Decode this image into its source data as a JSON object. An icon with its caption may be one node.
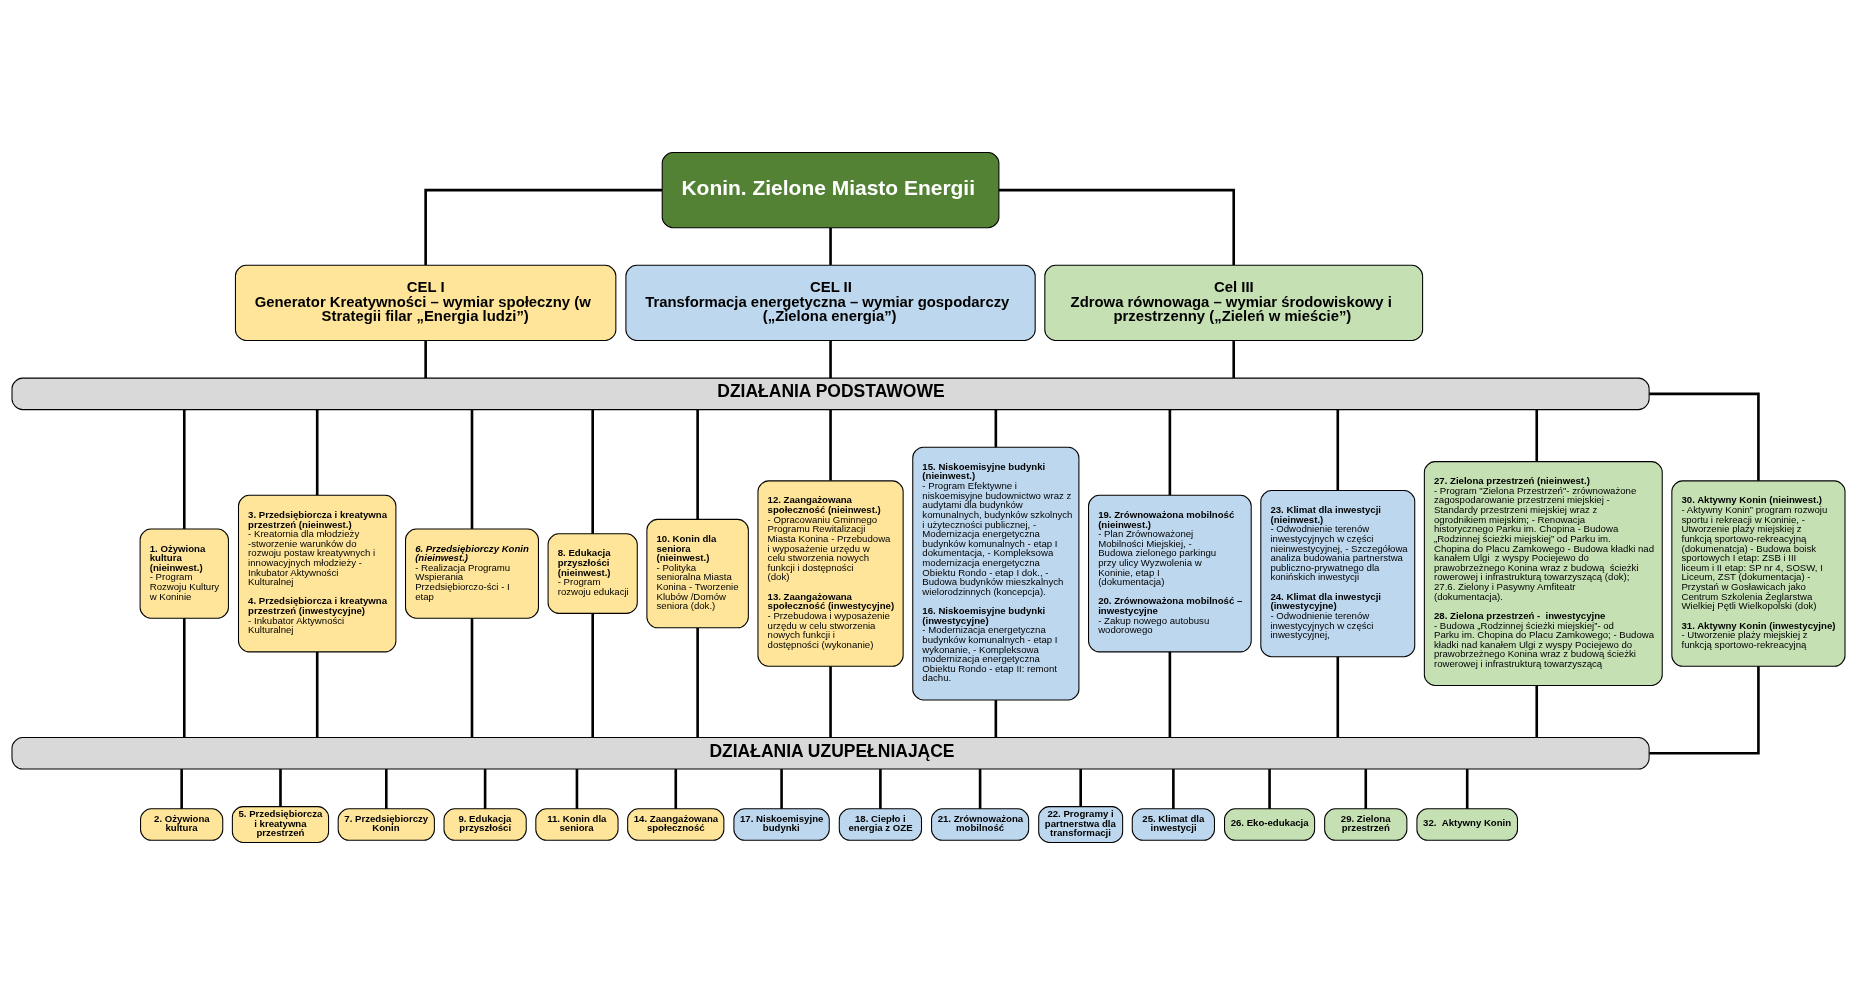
{
  "diagram": {
    "nodes": [
      {
        "text": [
          "Konin. Zielone Miasto Energii"
        ]
      },
      {
        "text": [
          "CEL I",
          "Generator Kreatywności – wymiar społeczny (w Strategii filar „Energia ludzi”)"
        ]
      },
      {
        "text": [
          "CEL II",
          "Transformacja energetyczna – wymiar gospodarczy („Zielona energia”)"
        ]
      },
      {
        "text": [
          "Cel III",
          "Zdrowa równowaga – wymiar środowiskowy i przestrzenny („Zieleń w mieście”)"
        ]
      },
      {
        "text": [
          "DZIAŁANIA PODSTAWOWE"
        ]
      },
      {
        "text": [
          "1. Ożywiona kultura (nieinwest.)",
          "- Program Rozwoju Kultury w Koninie"
        ]
      },
      {
        "text": [
          "3. Przedsiębiorcza i kreatywna przestrzeń (nieinwest.)",
          "- Kreatornia dla młodzieży -stworzenie warunków do rozwoju postaw kreatywnych i innowacyjnych młodzieży - Inkubator Aktywności Kulturalnej",
          "4. Przedsiębiorcza i kreatywna przestrzeń (inwestycyjne)",
          "- Inkubator Aktywności Kulturalnej"
        ]
      },
      {
        "text": [
          "6. Przedsiębiorczy Konin (nieinwest.)",
          "- Realizacja Programu Wspierania Przedsiębiorczo-ści - I etap"
        ]
      },
      {
        "text": [
          "8. Edukacja przyszłości (nieinwest.)",
          "- Program rozwoju edukacji"
        ]
      },
      {
        "text": [
          "10. Konin dla seniora (nieinwest.)",
          "- Polityka senioralna Miasta Konina - Tworzenie Klubów /Domów seniora (dok.)"
        ]
      },
      {
        "text": [
          "12. Zaangażowana społeczność (nieinwest.)",
          "- Opracowaniu Gminnego Programu Rewitalizacji Miasta Konina - Przebudowa i wyposażenie urzędu w celu stworzenia nowych funkcji i dostępności (dok)",
          "13. Zaangażowana społeczność (inwestycyjne)",
          "- Przebudowa i wyposażenie urzędu w celu stworzenia nowych funkcji i dostępności (wykonanie)"
        ]
      },
      {
        "text": [
          "15. Niskoemisyjne budynki (nieinwest.)",
          "- Program Efektywne i niskoemisyjne budownictwo wraz z audytami dla budynków komunalnych, budynków szkolnych i użyteczności publicznej, - Modernizacja energetyczna budynków komunalnych - etap I dokumentacja, - Kompleksowa modernizacja energetyczna Obiektu Rondo - etap I dok., - Budowa budynków mieszkalnych wielorodzinnych (koncepcja).",
          "16. Niskoemisyjne budynki (inwestycyjne)",
          "- Modernizacja energetyczna budynków komunalnych - etap I wykonanie, - Kompleksowa modernizacja energetyczna Obiektu Rondo - etap II: remont dachu."
        ]
      },
      {
        "text": [
          "19. Zrównoważona mobilność (nieinwest.)",
          "- Plan Zrównoważonej Mobilności Miejskiej, - Budowa zielonego parkingu przy ulicy Wyzwolenia w Koninie, etap I (dokumentacja)",
          "20. Zrównoważona mobilność – inwestycyjne",
          "- Zakup nowego autobusu wodorowego"
        ]
      },
      {
        "text": [
          "23. Klimat dla inwestycji (nieinwest.)",
          "- Odwodnienie terenów inwestycyjnych w części nieinwestycyjnej, - Szczegółowa analiza budowania partnerstwa publiczno-prywatnego dla konińskich inwestycji",
          "24. Klimat dla inwestycji (inwestycyjne)",
          "- Odwodnienie terenów inwestycyjnych w części inwestycyjnej,"
        ]
      },
      {
        "text": [
          "27. Zielona przestrzeń (nieinwest.)",
          "- Program \"Zielona Przestrzeń\"- zrównoważone zagospodarowanie przestrzeni miejskiej - Standardy przestrzeni miejskiej wraz z ogrodnikiem miejskim; - Renowacja historycznego Parku im. Chopina - Budowa „Rodzinnej ścieżki miejskiej” od Parku im. Chopina do Placu Zamkowego - Budowa kładki nad kanałem Ulgi  z wyspy Pociejewo do prawobrzeżnego Konina wraz z budową  ścieżki rowerowej i infrastrukturą towarzyszącą (dok); 27.6. Zielony i Pasywny Amfiteatr (dokumentacja).",
          "28. Zielona przestrzeń -  inwestycyjne",
          "- Budowa „Rodzinnej ścieżki miejskiej”- od Parku im. Chopina do Placu Zamkowego; - Budowa kładki nad kanałem Ulgi z wyspy Pociejewo do prawobrzeżnego Konina wraz z budową ścieżki rowerowej i infrastrukturą towarzyszącą"
        ]
      },
      {
        "text": [
          "30. Aktywny Konin (nieinwest.)",
          "- Aktywny Konin” program rozwoju sportu i rekreacji w Koninie, - Utworzenie plaży miejskiej z funkcją sportowo-rekreacyjną (dokumenatcja) - Budowa boisk sportowych I etap: ZSB i III liceum i II etap: SP nr 4, SOSW, I Liceum, ZST (dokumentacja) - Przystań w Gosławicach jako Centrum Szkolenia Żeglarstwa Wielkiej Pętli Wielkopolski (dok)",
          "31. Aktywny Konin (inwestycyjne)",
          "- Utworzenie plaży miejskiej z funkcją sportowo-rekreacyjną"
        ]
      },
      {
        "text": [
          "DZIAŁANIA UZUPEŁNIAJĄCE"
        ]
      },
      {
        "text": [
          "2. Ożywiona kultura"
        ]
      },
      {
        "text": [
          "5. Przedsiębiorcza i kreatywna przestrzeń"
        ]
      },
      {
        "text": [
          "7. Przedsiębiorczy Konin"
        ]
      },
      {
        "text": [
          "9. Edukacja przyszłości"
        ]
      },
      {
        "text": [
          "11. Konin dla seniora"
        ]
      },
      {
        "text": [
          "14. Zaangażowana społeczność"
        ]
      },
      {
        "text": [
          "17. Niskoemisyjne budynki"
        ]
      },
      {
        "text": [
          "18. Ciepło i energia z OZE"
        ]
      },
      {
        "text": [
          "21. Zrównoważona mobilność"
        ]
      },
      {
        "text": [
          "22. Programy i partnerstwa dla transformacji"
        ]
      },
      {
        "text": [
          "25. Klimat dla inwestycji"
        ]
      },
      {
        "text": [
          "26. Eko-edukacja"
        ]
      },
      {
        "text": [
          "29. Zielona przestrzeń"
        ]
      },
      {
        "text": [
          "32.  Aktywny Konin"
        ]
      }
    ],
    "edges": [
      {
        "from": 0,
        "to": 1,
        "arrow": "none"
      },
      {
        "from": 0,
        "to": 2,
        "arrow": "none"
      },
      {
        "from": 0,
        "to": 3,
        "arrow": "none"
      },
      {
        "from": 1,
        "to": 4,
        "arrow": "none"
      },
      {
        "from": 2,
        "to": 4,
        "arrow": "none"
      },
      {
        "from": 3,
        "to": 4,
        "arrow": "none"
      },
      {
        "from": 4,
        "to": 5,
        "arrow": "none"
      },
      {
        "from": 4,
        "to": 6,
        "arrow": "none"
      },
      {
        "from": 4,
        "to": 7,
        "arrow": "none"
      },
      {
        "from": 4,
        "to": 8,
        "arrow": "none"
      },
      {
        "from": 4,
        "to": 9,
        "arrow": "none"
      },
      {
        "from": 4,
        "to": 10,
        "arrow": "none"
      },
      {
        "from": 4,
        "to": 11,
        "arrow": "none"
      },
      {
        "from": 4,
        "to": 12,
        "arrow": "none"
      },
      {
        "from": 4,
        "to": 13,
        "arrow": "none"
      },
      {
        "from": 4,
        "to": 14,
        "arrow": "none"
      },
      {
        "from": 4,
        "to": 15,
        "arrow": "none"
      },
      {
        "from": 5,
        "to": 16,
        "arrow": "none"
      },
      {
        "from": 6,
        "to": 16,
        "arrow": "none"
      },
      {
        "from": 7,
        "to": 16,
        "arrow": "none"
      },
      {
        "from": 8,
        "to": 16,
        "arrow": "none"
      },
      {
        "from": 9,
        "to": 16,
        "arrow": "none"
      },
      {
        "from": 10,
        "to": 16,
        "arrow": "none"
      },
      {
        "from": 11,
        "to": 16,
        "arrow": "none"
      },
      {
        "from": 12,
        "to": 16,
        "arrow": "none"
      },
      {
        "from": 13,
        "to": 16,
        "arrow": "none"
      },
      {
        "from": 14,
        "to": 16,
        "arrow": "none"
      },
      {
        "from": 15,
        "to": 16,
        "arrow": "none"
      },
      {
        "from": 16,
        "to": 17,
        "arrow": "none"
      },
      {
        "from": 16,
        "to": 18,
        "arrow": "none"
      },
      {
        "from": 16,
        "to": 19,
        "arrow": "none"
      },
      {
        "from": 16,
        "to": 20,
        "arrow": "none"
      },
      {
        "from": 16,
        "to": 21,
        "arrow": "none"
      },
      {
        "from": 16,
        "to": 22,
        "arrow": "none"
      },
      {
        "from": 16,
        "to": 23,
        "arrow": "none"
      },
      {
        "from": 16,
        "to": 24,
        "arrow": "none"
      },
      {
        "from": 16,
        "to": 25,
        "arrow": "none"
      },
      {
        "from": 16,
        "to": 26,
        "arrow": "none"
      },
      {
        "from": 16,
        "to": 27,
        "arrow": "none"
      },
      {
        "from": 16,
        "to": 28,
        "arrow": "none"
      },
      {
        "from": 16,
        "to": 29,
        "arrow": "none"
      },
      {
        "from": 16,
        "to": 30,
        "arrow": "none"
      }
    ]
  }
}
